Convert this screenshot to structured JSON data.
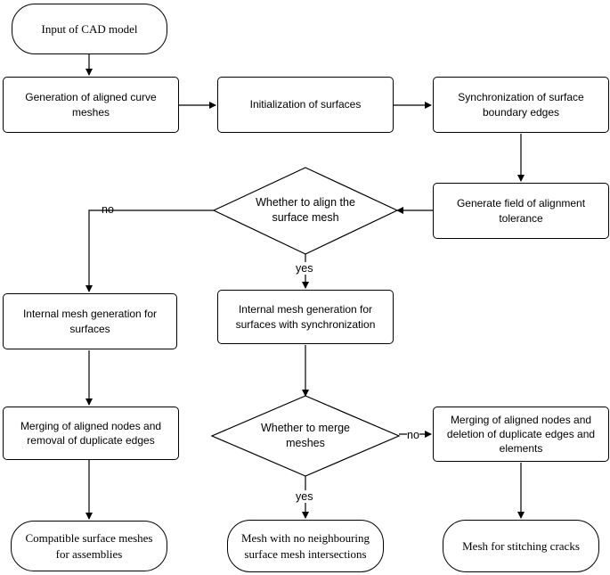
{
  "nodes": {
    "input_cad": "Input of CAD model",
    "gen_curve": "Generation of aligned curve meshes",
    "init_surf": "Initialization of surfaces",
    "sync_edges": "Synchronization of surface boundary edges",
    "gen_field": "Generate field of alignment tolerance",
    "decision_align": "Whether to align the surface mesh",
    "internal_mesh": "Internal mesh generation for surfaces",
    "internal_sync": "Internal mesh generation for surfaces with synchronization",
    "merge_removal": "Merging of aligned nodes and removal of duplicate edges",
    "decision_merge": "Whether to merge meshes",
    "merge_deletion": "Merging of aligned nodes and deletion of duplicate edges and elements",
    "compatible": "Compatible surface meshes for assemblies",
    "no_intersections": "Mesh with no neighbouring surface mesh intersections",
    "stitching": "Mesh for stitching cracks"
  },
  "labels": {
    "no_1": "no",
    "yes_1": "yes",
    "yes_2": "yes",
    "no_2": "no"
  }
}
